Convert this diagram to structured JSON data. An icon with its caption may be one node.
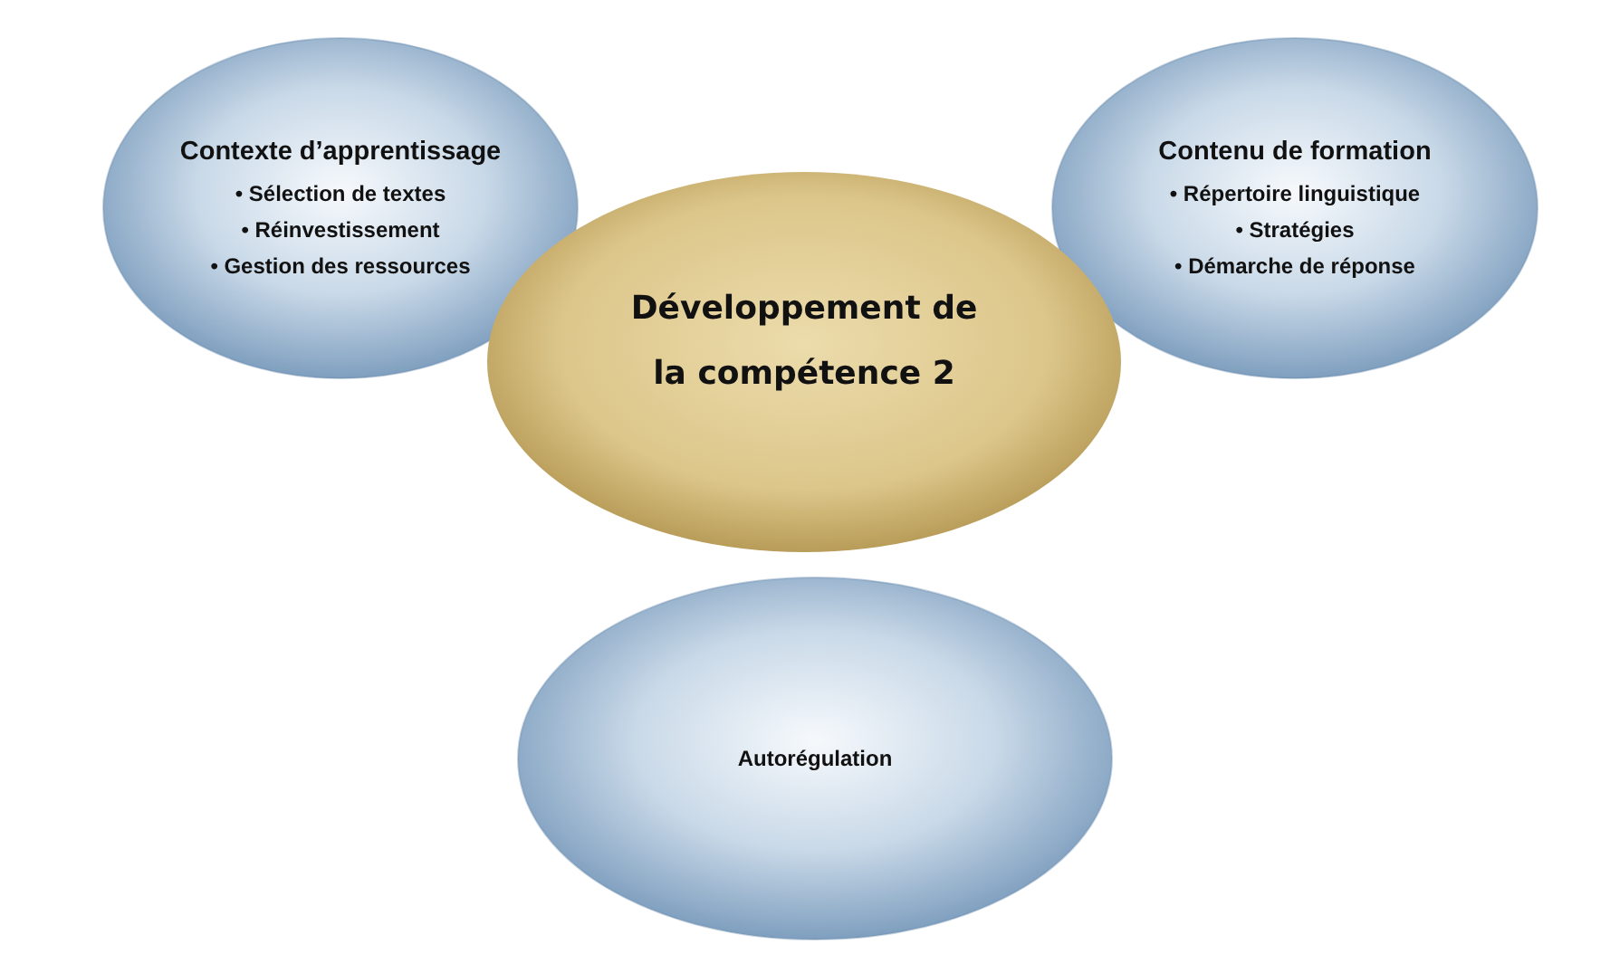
{
  "diagram": {
    "nodes": [
      {
        "text": [
          "Contexte d’apprentissage",
          "• Sélection de textes",
          "• Réinvestissement",
          "• Gestion des ressources"
        ]
      },
      {
        "text": [
          "Contenu de formation",
          "• Répertoire linguistique",
          "• Stratégies",
          "• Démarche de réponse"
        ]
      },
      {
        "text": [
          "Autorégulation"
        ]
      },
      {
        "text": [
          "Développement de la compétence 2"
        ]
      }
    ]
  }
}
